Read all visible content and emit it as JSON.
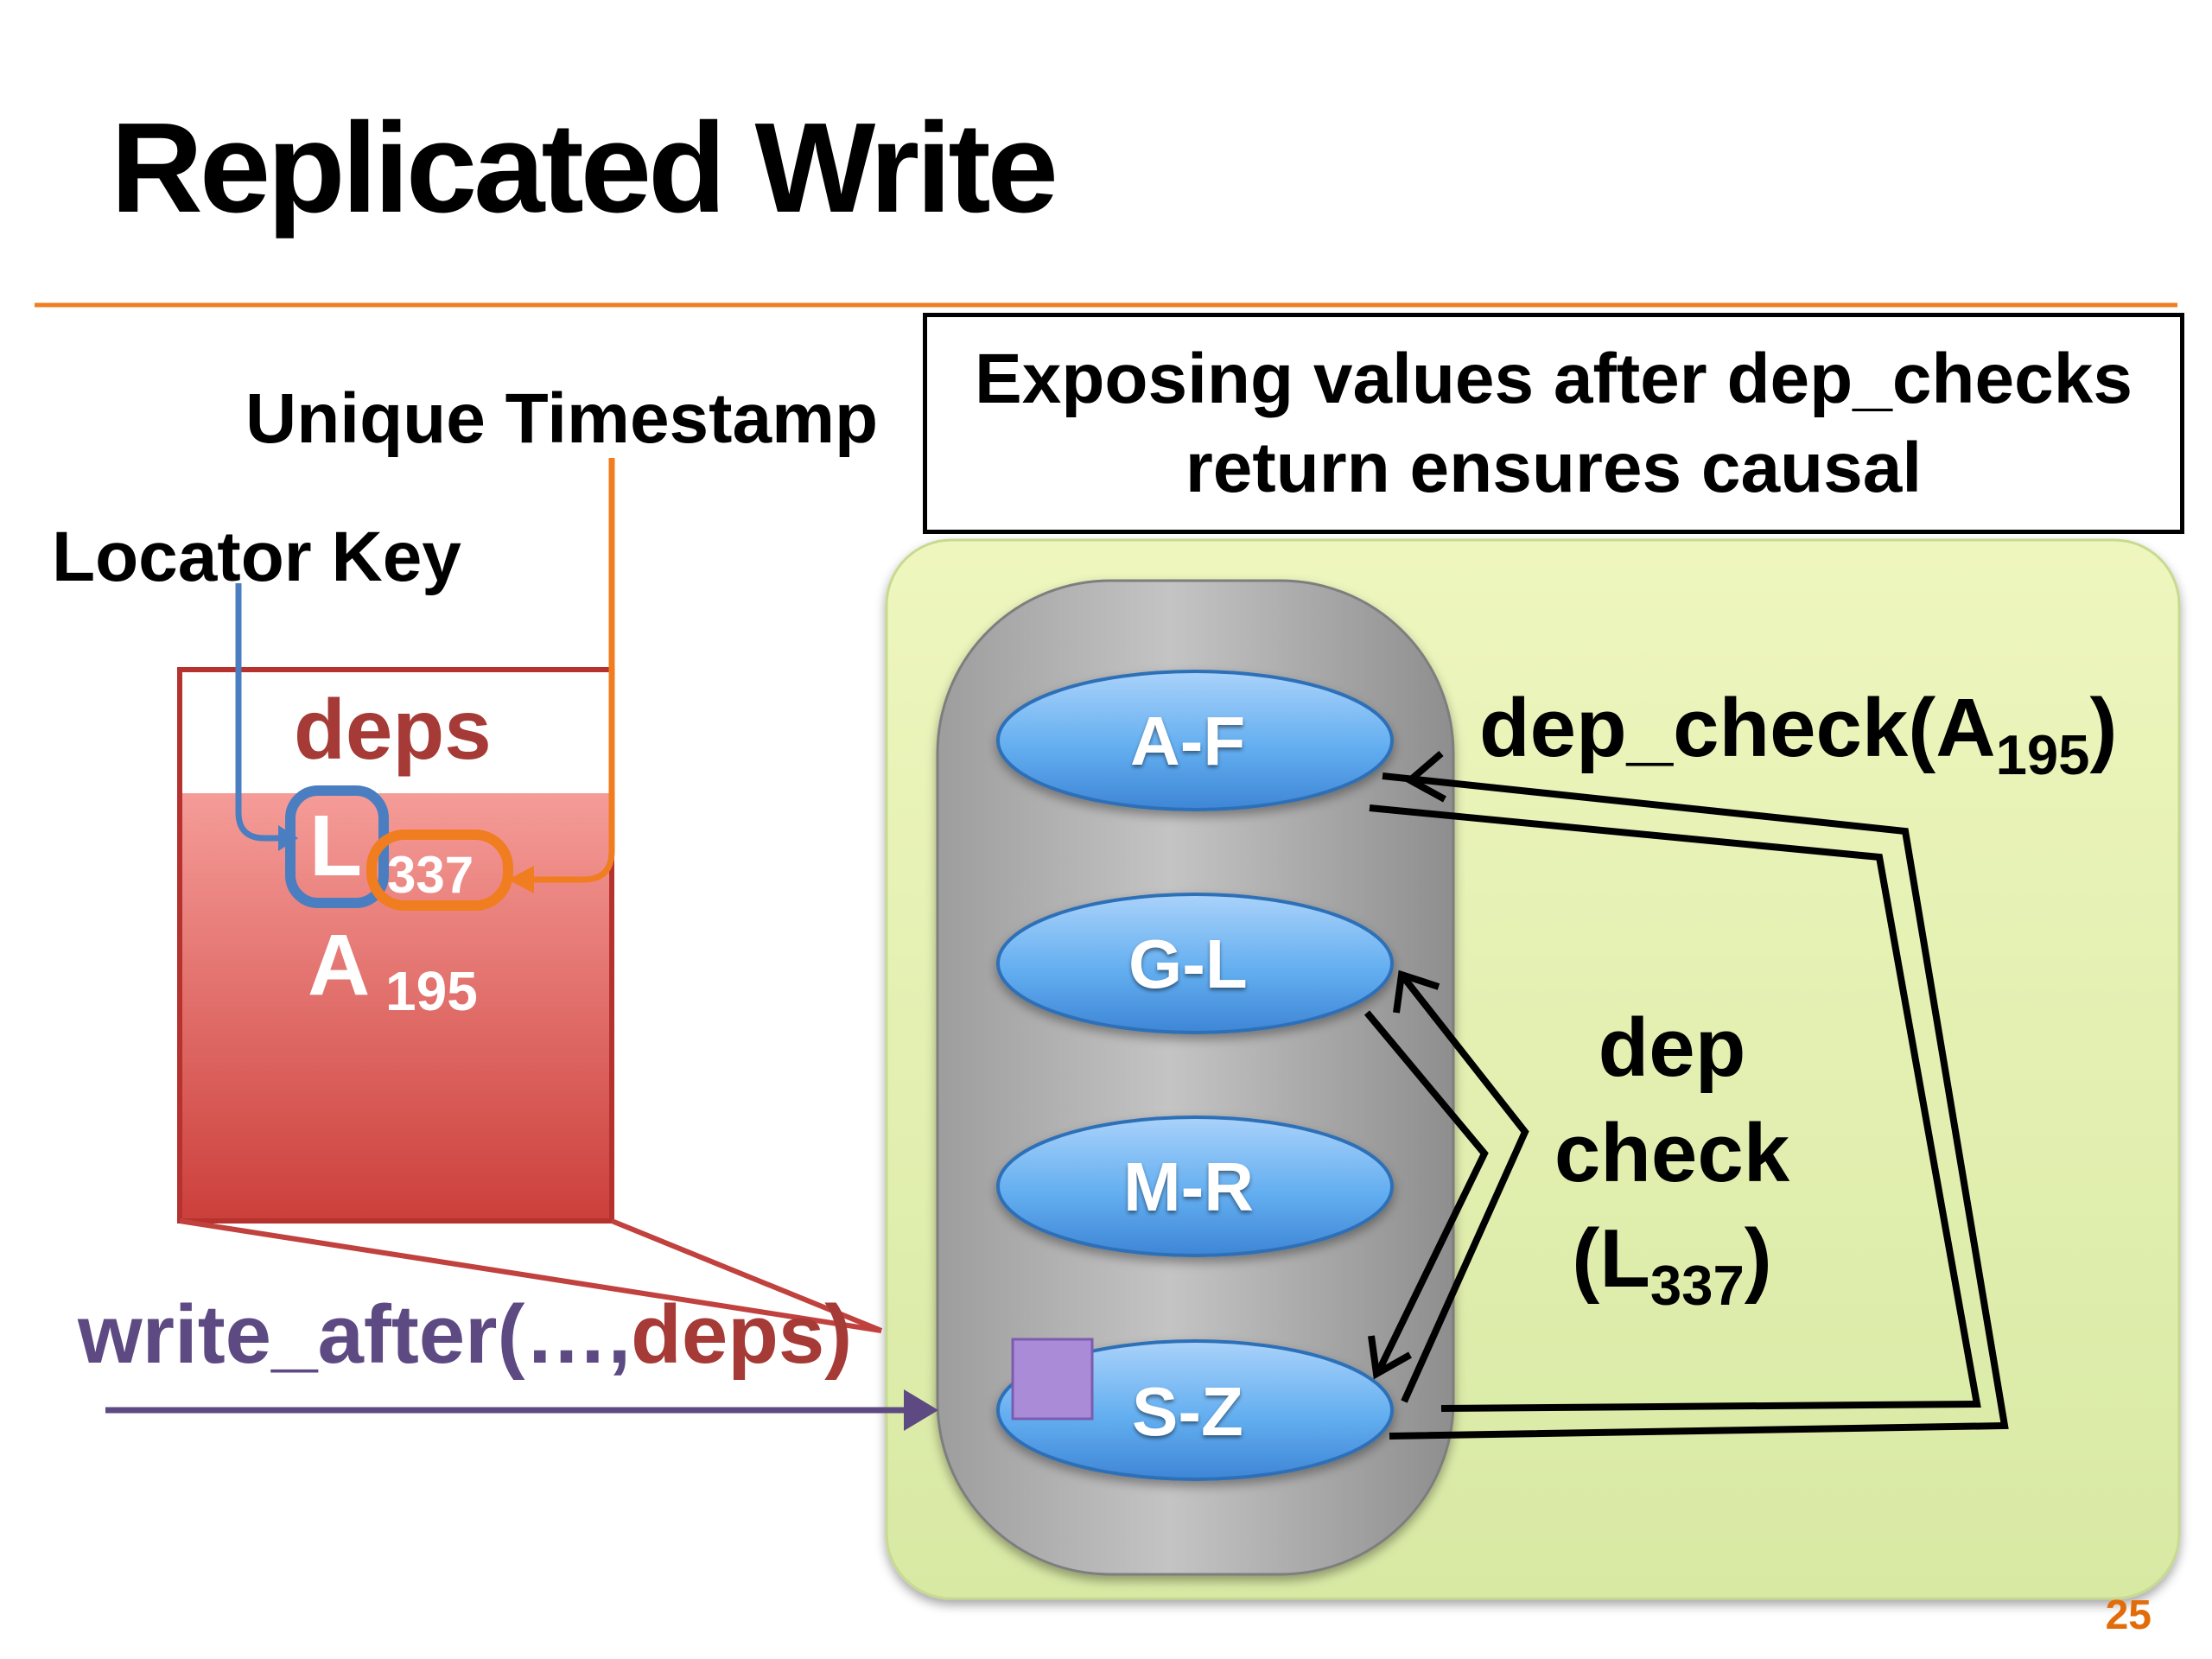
{
  "title": "Replicated Write",
  "labels": {
    "unique_timestamp": "Unique Timestamp",
    "locator_key": "Locator Key"
  },
  "callout": {
    "line1": "Exposing values after dep_checks",
    "line2": "return ensures causal"
  },
  "deps_box": {
    "title": "deps",
    "dep1_key": "L",
    "dep1_ts": "337",
    "dep2_key": "A",
    "dep2_ts": "195"
  },
  "write_call": {
    "prefix": "write_after(…,",
    "deps": "deps",
    "suffix": ")"
  },
  "cluster": {
    "ranges": [
      "A-F",
      "G-L",
      "M-R",
      "S-Z"
    ]
  },
  "dep_check_1": {
    "text": "dep_check(A",
    "sub": "195",
    "close": ")"
  },
  "dep_check_2": {
    "line1": "dep",
    "line2": "check",
    "open": "(L",
    "sub": "337",
    "close": ")"
  },
  "page_number": "25",
  "colors": {
    "accent_orange": "#F07D1F",
    "deps_red": "#A53A36",
    "write_purple": "#5E4A82",
    "node_blue": "#5AA7EC",
    "panel_green": "#E3F0B0",
    "locator_blue": "#4A7EC0"
  }
}
